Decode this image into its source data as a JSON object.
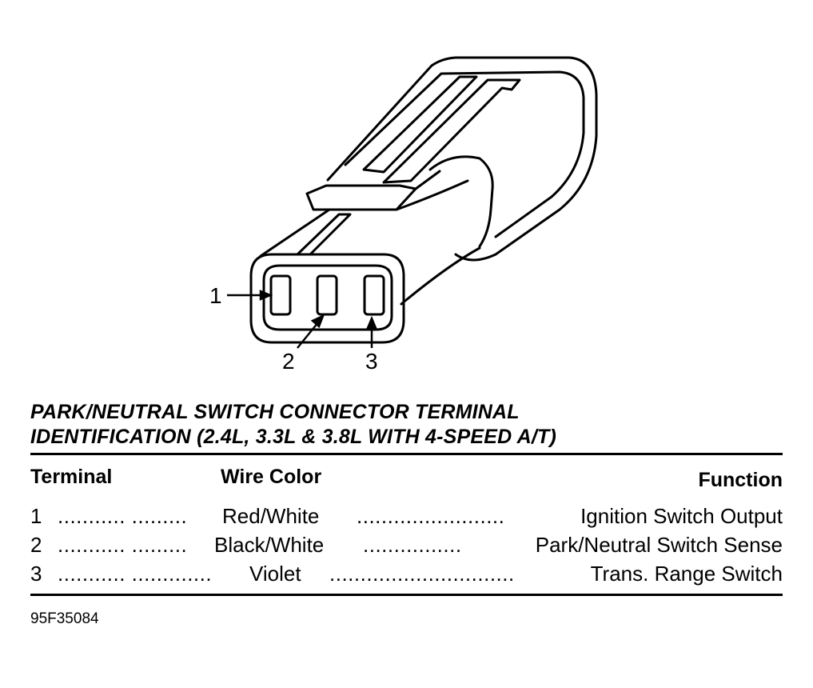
{
  "callouts": [
    "1",
    "2",
    "3"
  ],
  "title": {
    "line1": "PARK/NEUTRAL SWITCH CONNECTOR TERMINAL",
    "line2": "IDENTIFICATION (2.4L, 3.3L & 3.8L WITH 4-SPEED A/T)"
  },
  "table": {
    "headers": {
      "terminal": "Terminal",
      "wire_color": "Wire Color",
      "function": "Function"
    },
    "rows": [
      {
        "terminal": "1",
        "dots1": "........... .........",
        "wire_color": "Red/White",
        "dots2": "........................",
        "function": "Ignition Switch Output"
      },
      {
        "terminal": "2",
        "dots1": "........... .........",
        "wire_color": "Black/White",
        "dots2": "................",
        "function": "Park/Neutral Switch Sense"
      },
      {
        "terminal": "3",
        "dots1": "........... .............",
        "wire_color": "Violet",
        "dots2": "..............................",
        "function": "Trans. Range Switch"
      }
    ]
  },
  "figure_id": "95F35084"
}
